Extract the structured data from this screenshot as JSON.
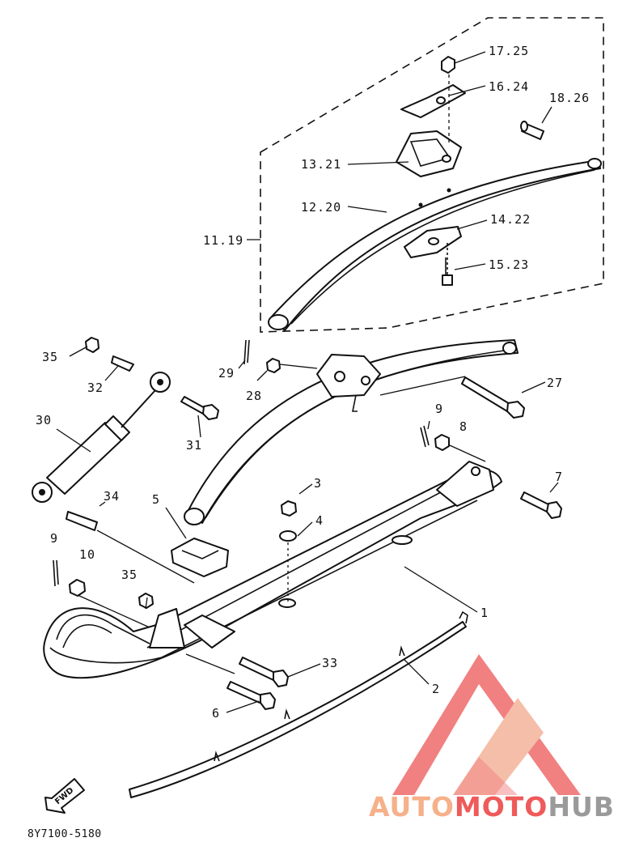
{
  "diagram": {
    "callouts": [
      {
        "id": "c-17-25",
        "text": "17.25"
      },
      {
        "id": "c-16-24",
        "text": "16.24"
      },
      {
        "id": "c-18-26",
        "text": "18.26"
      },
      {
        "id": "c-13-21",
        "text": "13.21"
      },
      {
        "id": "c-12-20",
        "text": "12.20"
      },
      {
        "id": "c-11-19",
        "text": "11.19"
      },
      {
        "id": "c-14-22",
        "text": "14.22"
      },
      {
        "id": "c-15-23",
        "text": "15.23"
      },
      {
        "id": "c-35a",
        "text": "35"
      },
      {
        "id": "c-32",
        "text": "32"
      },
      {
        "id": "c-29",
        "text": "29"
      },
      {
        "id": "c-28",
        "text": "28"
      },
      {
        "id": "c-27",
        "text": "27"
      },
      {
        "id": "c-30",
        "text": "30"
      },
      {
        "id": "c-31",
        "text": "31"
      },
      {
        "id": "c-9a",
        "text": "9"
      },
      {
        "id": "c-8",
        "text": "8"
      },
      {
        "id": "c-34",
        "text": "34"
      },
      {
        "id": "c-5",
        "text": "5"
      },
      {
        "id": "c-3",
        "text": "3"
      },
      {
        "id": "c-7",
        "text": "7"
      },
      {
        "id": "c-4",
        "text": "4"
      },
      {
        "id": "c-9b",
        "text": "9"
      },
      {
        "id": "c-10",
        "text": "10"
      },
      {
        "id": "c-35b",
        "text": "35"
      },
      {
        "id": "c-1",
        "text": "1"
      },
      {
        "id": "c-33",
        "text": "33"
      },
      {
        "id": "c-2",
        "text": "2"
      },
      {
        "id": "c-6",
        "text": "6"
      }
    ],
    "fwd_label": "FWD",
    "drawing_code": "8Y7100-5180",
    "watermark": {
      "part1": "AUTO",
      "part2": "MOTO",
      "part3": "HUB"
    },
    "colors": {
      "line": "#111111",
      "watermark_red": "#ef5a5a",
      "watermark_orange": "#f6b08a",
      "watermark_gray": "#9a9a9a"
    }
  }
}
